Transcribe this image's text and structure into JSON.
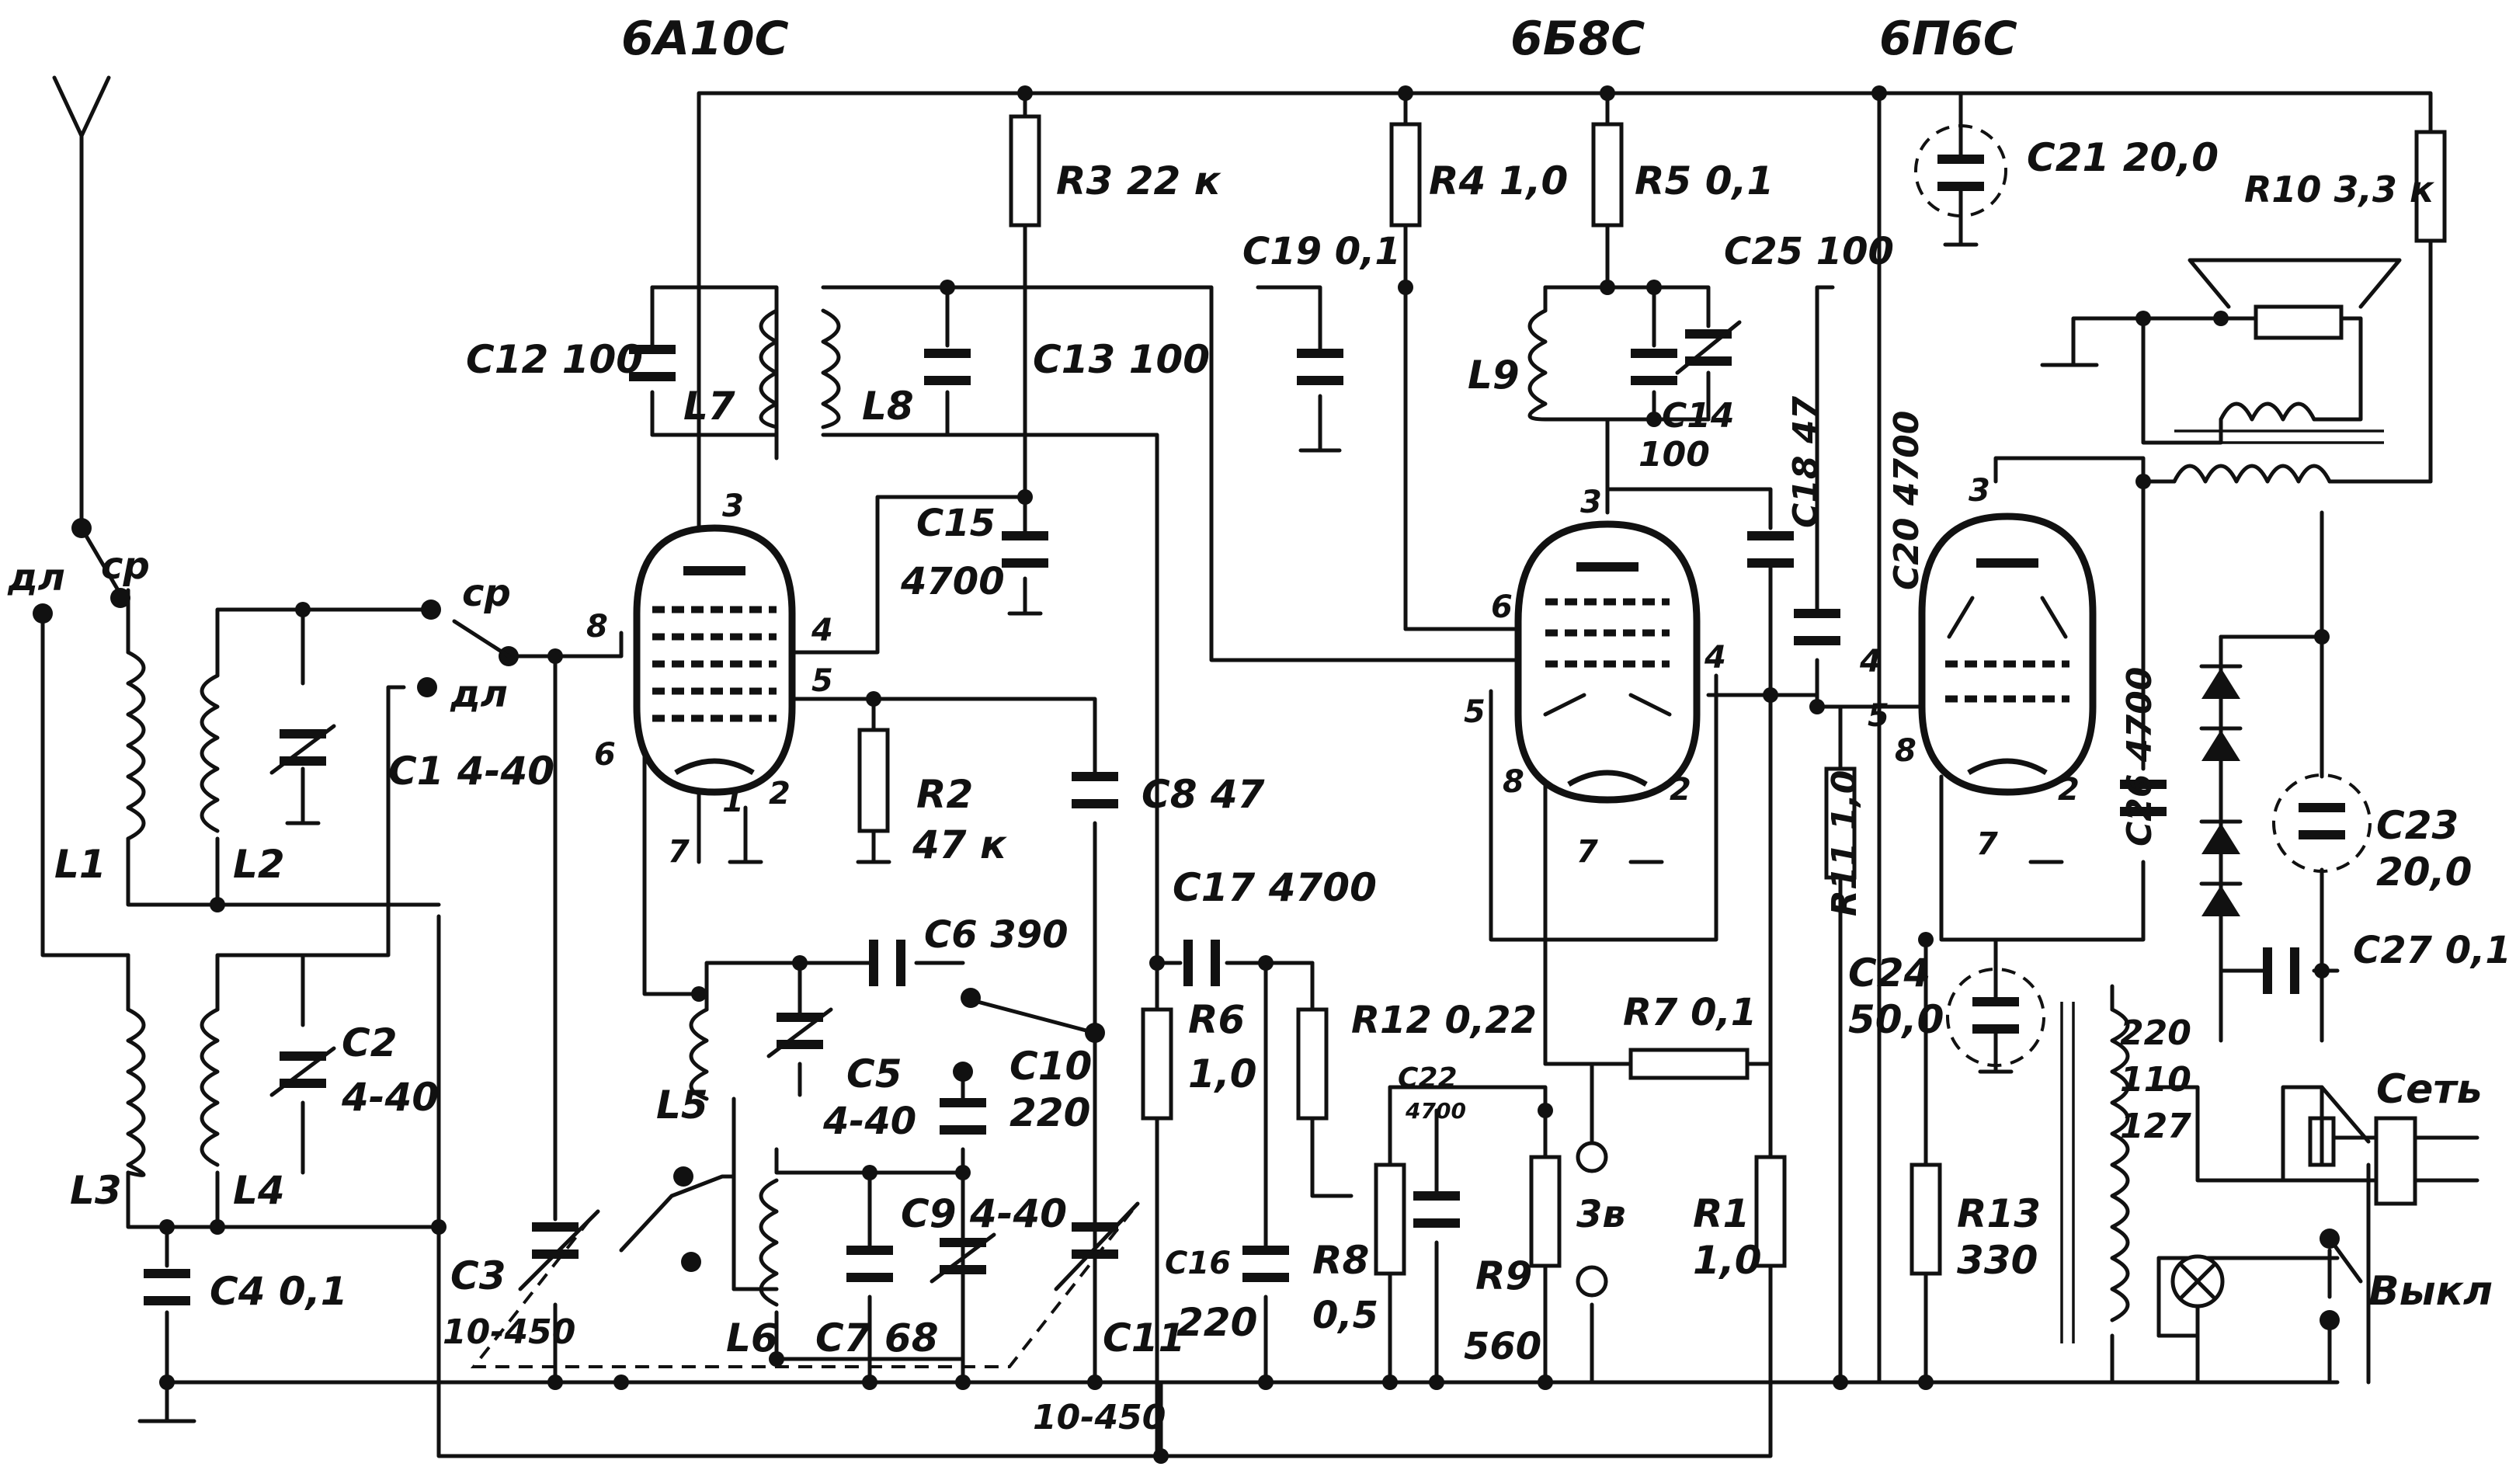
{
  "tubes": [
    "6A10C",
    "6Б8С",
    "6П6С"
  ],
  "antenna": {
    "long": "дл",
    "medium": "ср"
  },
  "switch": {
    "medium": "ср",
    "long": "дл"
  },
  "coils": [
    "L1",
    "L2",
    "L3",
    "L4",
    "L5",
    "L6",
    "L7",
    "L8",
    "L9"
  ],
  "components": {
    "R3": {
      "name": "R3",
      "value": "22 к"
    },
    "R4": {
      "name": "R4",
      "value": "1,0"
    },
    "R5": {
      "name": "R5",
      "value": "0,1"
    },
    "R10": {
      "name": "R10",
      "value": "3,3 к"
    },
    "R2": {
      "name": "R2",
      "value": "47 к"
    },
    "R6": {
      "name": "R6",
      "value": "1,0"
    },
    "R12": {
      "name": "R12",
      "value": "0,22"
    },
    "R7": {
      "name": "R7",
      "value": "0,1"
    },
    "R8": {
      "name": "R8",
      "value": "0,5"
    },
    "R9": {
      "name": "R9",
      "value": "560"
    },
    "R1": {
      "name": "R1",
      "value": "1,0"
    },
    "R11": {
      "name": "R11",
      "value": "1,0"
    },
    "R13": {
      "name": "R13",
      "value": "330"
    },
    "C1": {
      "name": "C1",
      "value": "4-40"
    },
    "C2": {
      "name": "C2",
      "value": "4-40"
    },
    "C3": {
      "name": "C3",
      "value": "10-450"
    },
    "C4": {
      "name": "C4",
      "value": "0,1"
    },
    "C5": {
      "name": "C5",
      "value": "4-40"
    },
    "C6": {
      "name": "C6",
      "value": "390"
    },
    "C7": {
      "name": "C7",
      "value": "68"
    },
    "C8": {
      "name": "C8",
      "value": "47"
    },
    "C9": {
      "name": "C9",
      "value": "4-40"
    },
    "C10": {
      "name": "C10",
      "value": "220"
    },
    "C11": {
      "name": "C11",
      "value": "10-450"
    },
    "C12": {
      "name": "C12",
      "value": "100"
    },
    "C13": {
      "name": "C13",
      "value": "100"
    },
    "C14": {
      "name": "C14",
      "value": "100"
    },
    "C15": {
      "name": "C15",
      "value": "4700"
    },
    "C16": {
      "name": "C16",
      "value": "220"
    },
    "C17": {
      "name": "C17",
      "value": "4700"
    },
    "C18": {
      "name": "C18",
      "value": "47"
    },
    "C19": {
      "name": "C19",
      "value": "0,1"
    },
    "C20": {
      "name": "C20",
      "value": "4700"
    },
    "C21": {
      "name": "C21",
      "value": "20,0"
    },
    "C22": {
      "name": "C22",
      "value": "4700"
    },
    "C23": {
      "name": "C23",
      "value": "20,0"
    },
    "C24": {
      "name": "C24",
      "value": "50,0"
    },
    "C25": {
      "name": "C25",
      "value": "100"
    },
    "C26": {
      "name": "C26",
      "value": "4700"
    },
    "C27": {
      "name": "C27",
      "value": "0,1"
    }
  },
  "pins": {
    "p1": "1",
    "p2": "2",
    "p3": "3",
    "p4": "4",
    "p5": "5",
    "p6": "6",
    "p7": "7",
    "p8": "8"
  },
  "pickup": "3в",
  "transformer_taps": [
    "220",
    "110",
    "127"
  ],
  "mains": {
    "plug": "Сеть",
    "switch": "Выкл"
  }
}
